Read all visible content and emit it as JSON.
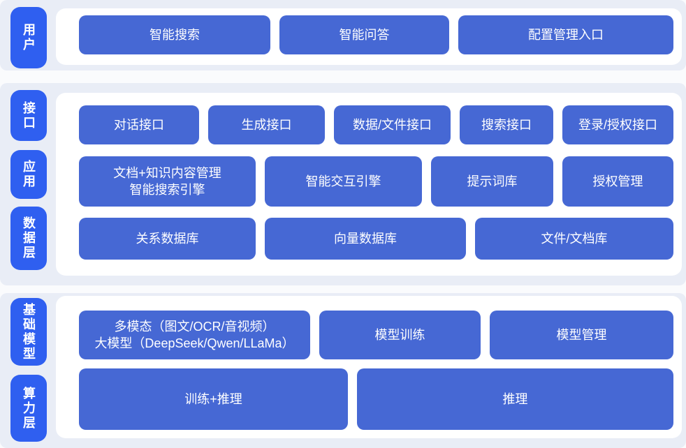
{
  "colors": {
    "page": "#fafbfd",
    "container": "#e9edf6",
    "panel": "#ffffff",
    "pill": "#2f5ff0",
    "button": "#4668d4",
    "block_text": "#ffffff"
  },
  "sections": [
    {
      "pills": [
        {
          "label": "用户"
        }
      ],
      "rows": [
        {
          "buttons": [
            {
              "label": "智能搜索"
            },
            {
              "label": "智能问答"
            },
            {
              "label": "配置管理入口"
            }
          ]
        }
      ]
    },
    {
      "pills": [
        {
          "label": "接口"
        },
        {
          "label": "应用"
        },
        {
          "label": "数据层"
        }
      ],
      "rows": [
        {
          "buttons": [
            {
              "label": "对话接口"
            },
            {
              "label": "生成接口"
            },
            {
              "label": "数据/文件接口"
            },
            {
              "label": "搜索接口"
            },
            {
              "label": "登录/授权接口"
            }
          ]
        },
        {
          "buttons": [
            {
              "label": "文档+知识内容管理\n智能搜索引擎"
            },
            {
              "label": "智能交互引擎"
            },
            {
              "label": "提示词库"
            },
            {
              "label": "授权管理"
            }
          ]
        },
        {
          "buttons": [
            {
              "label": "关系数据库"
            },
            {
              "label": "向量数据库"
            },
            {
              "label": "文件/文档库"
            }
          ]
        }
      ]
    },
    {
      "pills": [
        {
          "label": "基础模型"
        },
        {
          "label": "算力层"
        }
      ],
      "rows": [
        {
          "buttons": [
            {
              "label": "多模态（图文/OCR/音视频）\n大模型（DeepSeek/Qwen/LLaMa）"
            },
            {
              "label": "模型训练"
            },
            {
              "label": "模型管理"
            }
          ]
        },
        {
          "buttons": [
            {
              "label": "训练+推理"
            },
            {
              "label": "推理"
            }
          ]
        }
      ]
    }
  ]
}
